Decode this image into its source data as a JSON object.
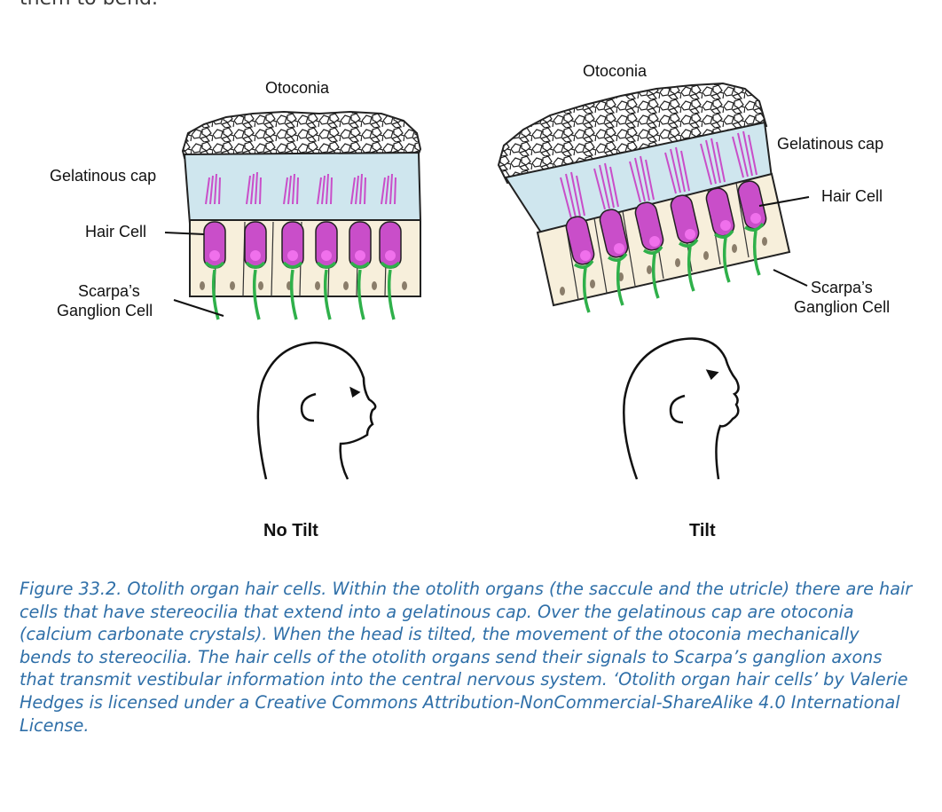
{
  "page": {
    "top_cut_text": "them to bend."
  },
  "diagram": {
    "left": {
      "otoconia_label": "Otoconia",
      "cap_label": "Gelatinous cap",
      "hair_cell_label": "Hair Cell",
      "ganglion_label_line1": "Scarpa’s",
      "ganglion_label_line2": "Ganglion Cell",
      "condition_label": "No Tilt"
    },
    "right": {
      "otoconia_label": "Otoconia",
      "cap_label": "Gelatinous cap",
      "hair_cell_label": "Hair Cell",
      "ganglion_label_line1": "Scarpa’s",
      "ganglion_label_line2": "Ganglion Cell",
      "condition_label": "Tilt"
    },
    "colors": {
      "cap": "#cfe6ee",
      "hair_cell": "#c94ec9",
      "nucleus": "#f070ec",
      "nerve": "#2fb04a",
      "epithelium": "#f7efdb",
      "dots": "#8a7d6a"
    }
  },
  "caption": {
    "text": "Figure 33.2. Otolith organ hair cells. Within the otolith organs (the saccule and the utricle) there are hair cells that have stereocilia that extend into a gelatinous cap. Over the gelatinous cap are otoconia (calcium carbonate crystals). When the head is tilted, the movement of the otoconia mechanically bends to stereocilia. The hair cells of the otolith organs send their signals to Scarpa’s ganglion axons that transmit vestibular information into the central nervous system. ‘Otolith organ hair cells’ by Valerie Hedges is licensed under a Creative Commons Attribution-NonCommercial-ShareAlike 4.0 International License."
  }
}
